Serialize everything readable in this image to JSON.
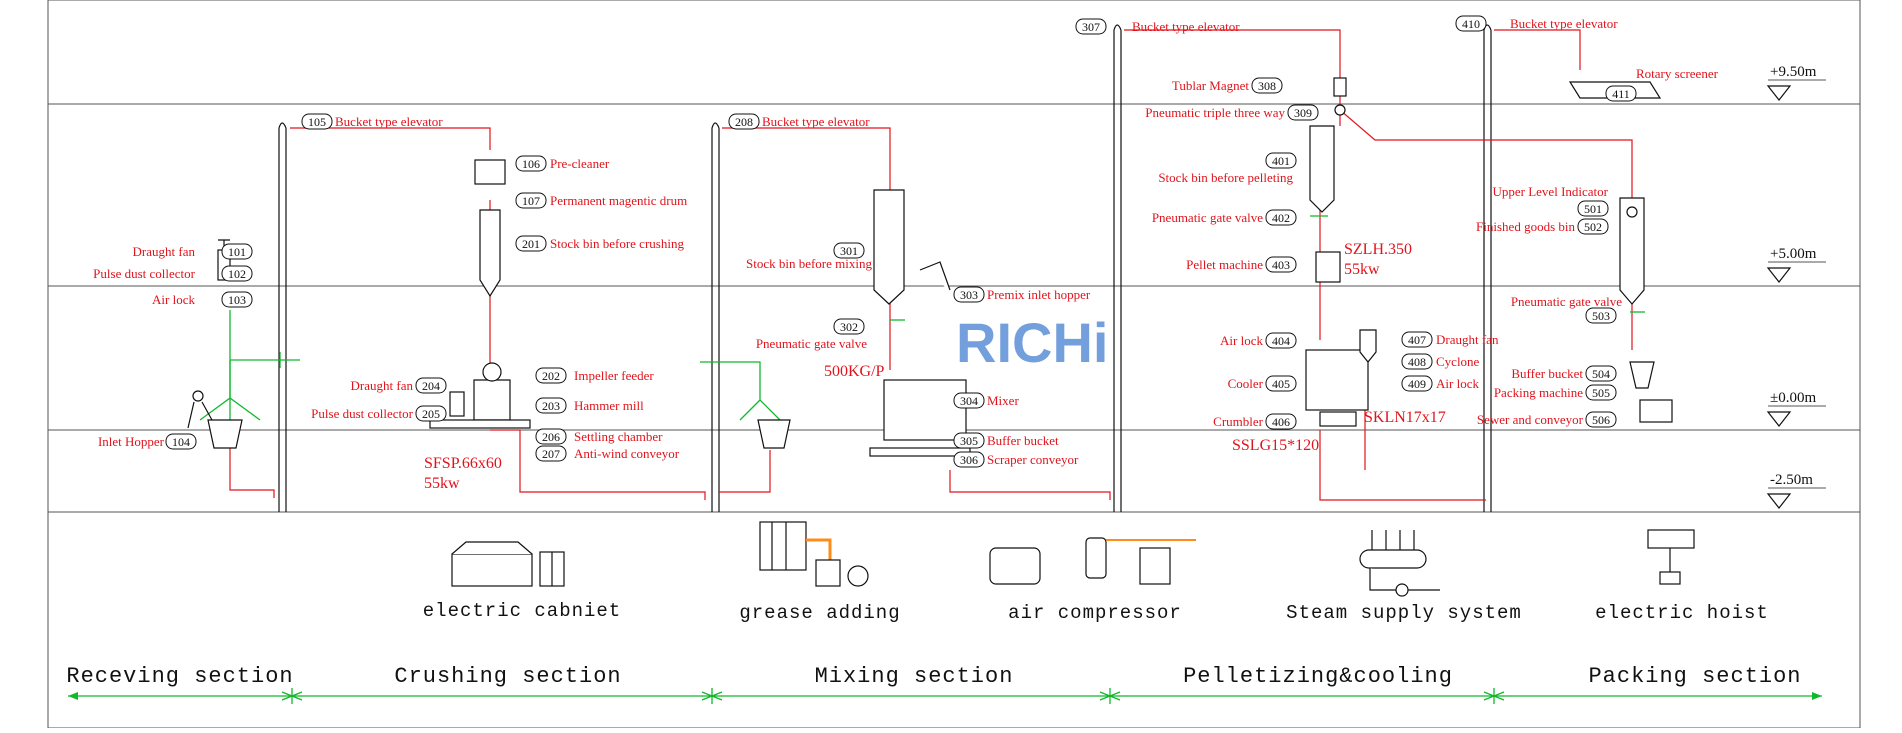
{
  "logo": {
    "text": "RICHi"
  },
  "levels": [
    "+9.50m",
    "+5.00m",
    "±0.00m",
    "-2.50m"
  ],
  "sections": [
    "Receving section",
    "Crushing section",
    "Mixing section",
    "Pelletizing&cooling",
    "Packing section"
  ],
  "auxiliary": [
    "electric cabniet",
    "grease adding",
    "air compressor",
    "Steam supply system",
    "electric hoist"
  ],
  "specs": {
    "crusher_model": "SFSP.66x60",
    "crusher_power": "55kw",
    "mixer_capacity": "500KG/P",
    "pellet_model": "SZLH.350",
    "pellet_power": "55kw",
    "cooler_model": "SKLN17x17",
    "crumbler_model": "SSLG15*120"
  },
  "equipment": [
    {
      "id": "101",
      "label": "Draught fan"
    },
    {
      "id": "102",
      "label": "Pulse dust collector"
    },
    {
      "id": "103",
      "label": "Air lock"
    },
    {
      "id": "104",
      "label": "Inlet Hopper"
    },
    {
      "id": "105",
      "label": "Bucket type elevator"
    },
    {
      "id": "106",
      "label": "Pre-cleaner"
    },
    {
      "id": "107",
      "label": "Permanent magentic drum"
    },
    {
      "id": "201",
      "label": "Stock bin before crushing"
    },
    {
      "id": "202",
      "label": "Impeller feeder"
    },
    {
      "id": "203",
      "label": "Hammer mill"
    },
    {
      "id": "204",
      "label": "Draught fan"
    },
    {
      "id": "205",
      "label": "Pulse dust collector"
    },
    {
      "id": "206",
      "label": "Settling chamber"
    },
    {
      "id": "207",
      "label": "Anti-wind conveyor"
    },
    {
      "id": "208",
      "label": "Bucket type elevator"
    },
    {
      "id": "301",
      "label": "Stock bin before mixing"
    },
    {
      "id": "302",
      "label": "Pneumatic gate valve"
    },
    {
      "id": "303",
      "label": "Premix inlet hopper"
    },
    {
      "id": "304",
      "label": "Mixer"
    },
    {
      "id": "305",
      "label": "Buffer bucket"
    },
    {
      "id": "306",
      "label": "Scraper conveyor"
    },
    {
      "id": "307",
      "label": "Bucket type elevator"
    },
    {
      "id": "308",
      "label": "Tublar Magnet"
    },
    {
      "id": "309",
      "label": "Pneumatic triple three way"
    },
    {
      "id": "401",
      "label": "Stock bin before pelleting"
    },
    {
      "id": "402",
      "label": "Pneumatic gate valve"
    },
    {
      "id": "403",
      "label": "Pellet machine"
    },
    {
      "id": "404",
      "label": "Air lock"
    },
    {
      "id": "405",
      "label": "Cooler"
    },
    {
      "id": "406",
      "label": "Crumbler"
    },
    {
      "id": "407",
      "label": "Draught fan"
    },
    {
      "id": "408",
      "label": "Cyclone"
    },
    {
      "id": "409",
      "label": "Air lock"
    },
    {
      "id": "410",
      "label": "Bucket type elevator"
    },
    {
      "id": "411",
      "label": "Rotary screener"
    },
    {
      "id": "501",
      "label": "Upper Level Indicator"
    },
    {
      "id": "502",
      "label": "Finished goods bin"
    },
    {
      "id": "503",
      "label": "Pneumatic gate valve"
    },
    {
      "id": "504",
      "label": "Buffer bucket"
    },
    {
      "id": "505",
      "label": "Packing machine"
    },
    {
      "id": "506",
      "label": "Sewer and conveyor"
    }
  ]
}
